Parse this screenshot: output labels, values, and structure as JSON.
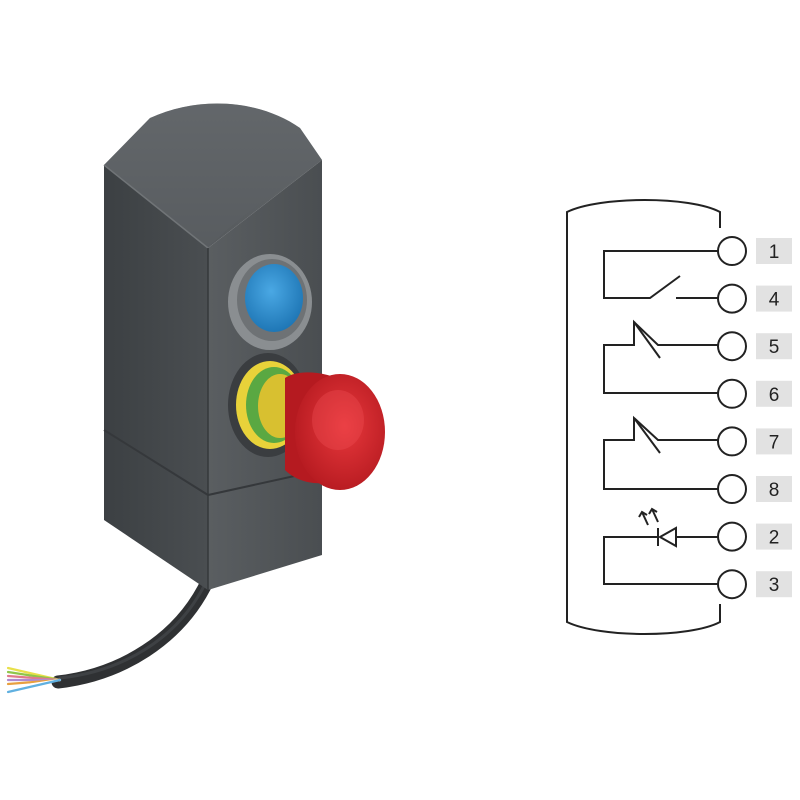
{
  "colors": {
    "background": "#ffffff",
    "housing": "#4f5356",
    "housing_dark": "#3a3d40",
    "housing_light": "#6b6f72",
    "blue_button": "#2d8fd0",
    "red_mushroom": "#d9232a",
    "yellow_ring": "#e8d23a",
    "green_ring": "#5aa842",
    "cable": "#2f3133",
    "diagram_line": "#222222",
    "label_box": "#e2e2e2"
  },
  "device": {
    "icons": [
      "blue-pushbutton-icon",
      "emergency-stop-mushroom-icon",
      "cable-icon"
    ],
    "wire_colors": [
      "#e8e04a",
      "#8fc64a",
      "#e07a8a",
      "#b08ad0",
      "#e8a040",
      "#ffffff",
      "#60b0e0"
    ]
  },
  "wiring_diagram": {
    "terminals": [
      {
        "label": "1"
      },
      {
        "label": "4"
      },
      {
        "label": "5"
      },
      {
        "label": "6"
      },
      {
        "label": "7"
      },
      {
        "label": "8"
      },
      {
        "label": "2"
      },
      {
        "label": "3"
      }
    ],
    "symbols": [
      "normally-open-contact-icon",
      "normally-closed-contact-icon",
      "normally-closed-contact-icon",
      "led-icon"
    ]
  }
}
